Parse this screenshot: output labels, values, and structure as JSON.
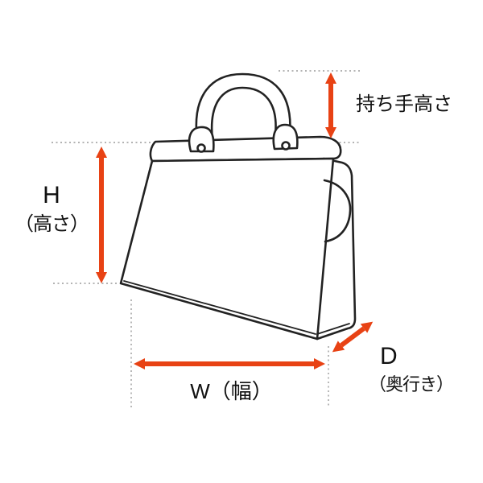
{
  "diagram": {
    "illustration": "handbag-line-drawing",
    "labels": {
      "handle_height": "持ち手高さ",
      "height_letter": "H",
      "height_caption": "（高さ）",
      "width": "W（幅）",
      "depth_letter": "D",
      "depth_caption": "（奥行き）"
    },
    "colors": {
      "arrow": "#e84214",
      "outline": "#222222",
      "guide": "#9a9a9a",
      "background": "#ffffff"
    }
  }
}
